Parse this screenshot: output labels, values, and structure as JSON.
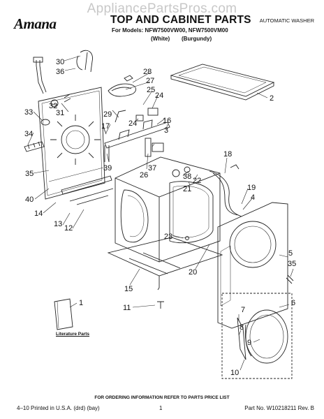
{
  "watermark": "AppliancePartsPros.com",
  "brand": "Amana",
  "header": {
    "title": "TOP AND CABINET PARTS",
    "subtitle": "AUTOMATIC WASHER",
    "models": "For Models: NFW7500VW00, NFW7500VM00",
    "color_1": "(White)",
    "color_2": "(Burgundy)"
  },
  "callouts": {
    "n1": "1",
    "n2": "2",
    "n3": "3",
    "n4": "4",
    "n5": "5",
    "n6": "6",
    "n7": "7",
    "n8": "8",
    "n9": "9",
    "n10": "10",
    "n11": "11",
    "n12": "12",
    "n13": "13",
    "n14": "14",
    "n15": "15",
    "n16": "16",
    "n17": "17",
    "n18": "18",
    "n19": "19",
    "n20": "20",
    "n21": "21",
    "n22": "22",
    "n23": "23",
    "n24a": "24",
    "n24b": "24",
    "n25": "25",
    "n26": "26",
    "n27": "27",
    "n28": "28",
    "n29": "29",
    "n30": "30",
    "n31": "31",
    "n32": "32",
    "n33": "33",
    "n34": "34",
    "n35a": "35",
    "n35b": "35",
    "n36": "36",
    "n37": "37",
    "n38": "38",
    "n39": "39",
    "n40": "40"
  },
  "literature_label": "Literature Parts",
  "order_info": "FOR ORDERING INFORMATION REFER TO PARTS PRICE LIST",
  "footer": {
    "printed": "4–10 Printed in U.S.A. (drd) (bay)",
    "page": "1",
    "part_no": "Part No. W10218211 Rev. B"
  }
}
